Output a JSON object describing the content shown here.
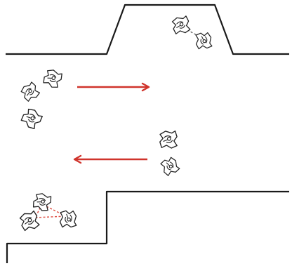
{
  "colors": {
    "background": "#ffffff",
    "surface": "#1a1a1a",
    "arrow": "#d0342c",
    "bond": "#e0554b",
    "molecule_outline": "#222222"
  },
  "scene": {
    "surfaces": [
      {
        "name": "top-surface-with-raised-terrace",
        "shape": "plateau"
      },
      {
        "name": "bottom-surface-with-step",
        "shape": "step"
      }
    ],
    "arrows": [
      {
        "name": "arrow-right",
        "direction": "right"
      },
      {
        "name": "arrow-left",
        "direction": "left"
      }
    ],
    "molecule_groups": [
      {
        "name": "molecule-pair-on-terrace",
        "count": 2,
        "bonded": true
      },
      {
        "name": "free-molecules-left",
        "count": 3,
        "bonded": false
      },
      {
        "name": "free-molecules-right",
        "count": 2,
        "bonded": false
      },
      {
        "name": "molecule-trimer-on-step",
        "count": 3,
        "bonded": true
      }
    ]
  }
}
